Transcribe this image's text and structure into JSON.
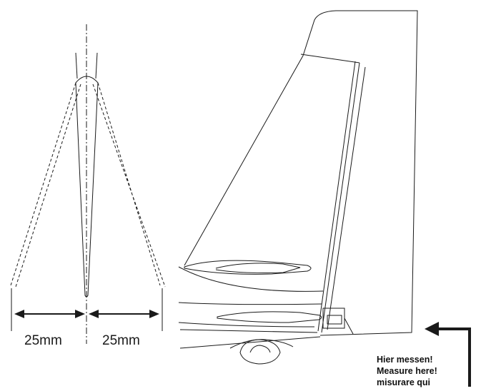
{
  "dimensions": {
    "left_label": "25mm",
    "right_label": "25mm"
  },
  "instruction": {
    "de": "Hier messen!",
    "en": "Measure here!",
    "it": "misurare qui"
  },
  "colors": {
    "ink": "#1a1a1a",
    "background": "#ffffff"
  }
}
